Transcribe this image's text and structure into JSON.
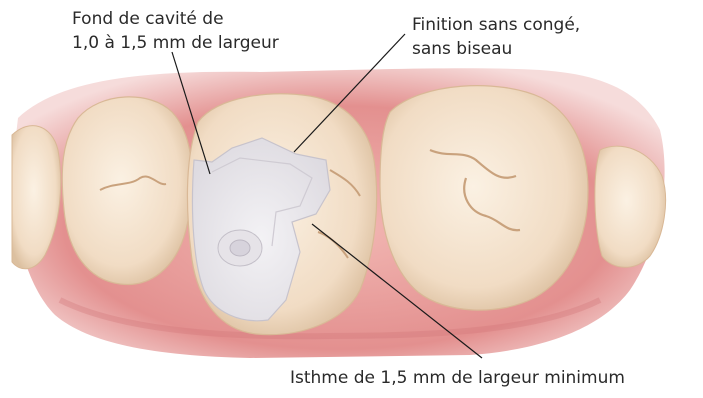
{
  "labels": {
    "cavity_floor": {
      "line1": "Fond de cavité de",
      "line2": "1,0 à 1,5 mm de largeur"
    },
    "finish": {
      "line1": "Finition sans congé,",
      "line2": "sans biseau"
    },
    "isthmus": "Isthme de 1,5 mm de largeur minimum"
  },
  "colors": {
    "gum": "#e3908f",
    "gum_dark": "#c95f60",
    "tooth": "#f4e2cd",
    "tooth_shadow": "#d9b896",
    "preparation": "#e9e7ea",
    "leader_line": "#1a1a1a",
    "text": "#2a2a2a"
  }
}
